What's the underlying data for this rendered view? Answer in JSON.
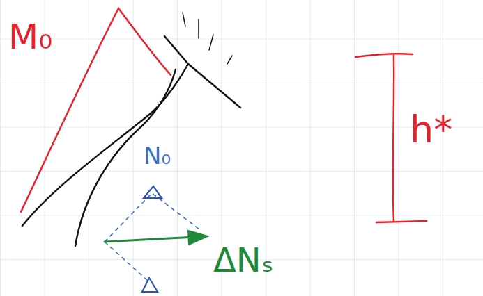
{
  "diagram": {
    "labels": [
      "M₀",
      "N₀",
      "ΔNₛ",
      "h*"
    ]
  }
}
